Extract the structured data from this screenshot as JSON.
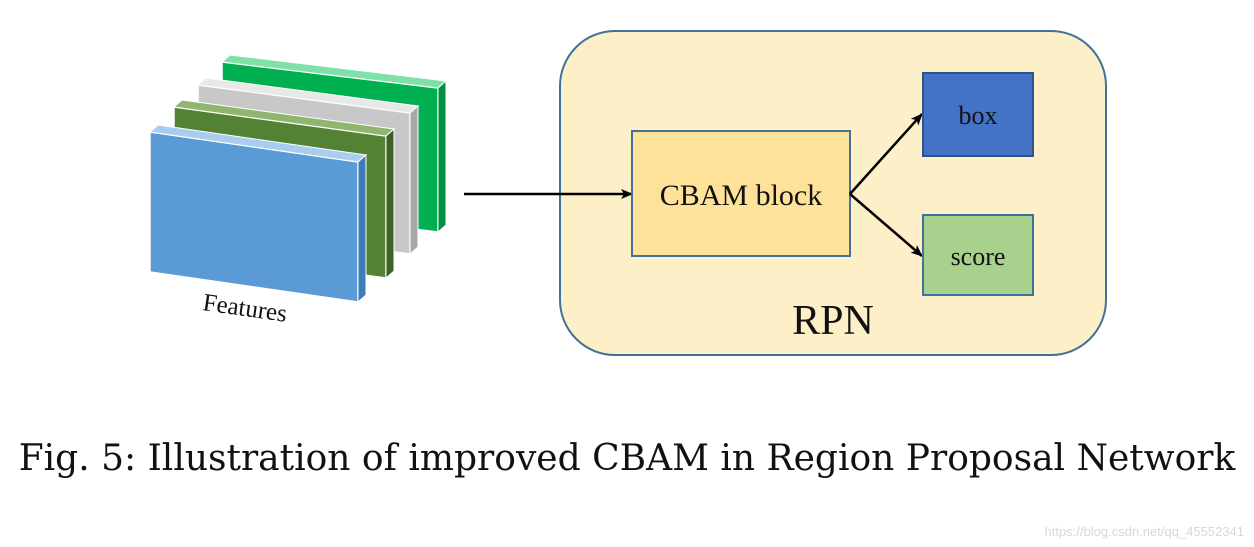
{
  "diagram": {
    "features_label": "Features",
    "rpn_label": "RPN",
    "cbam_label": "CBAM block",
    "box_label": "box",
    "score_label": "score",
    "colors": {
      "rpn_fill": "#fdf0c8",
      "rpn_stroke": "#41719c",
      "cbam_fill": "#ffe29a",
      "box_fill": "#4472c4",
      "score_fill": "#a9d18e",
      "feature_blue": "#5b9bd5",
      "feature_dark_green": "#548235",
      "feature_gray": "#c8c8c8",
      "feature_bright_green": "#00b050"
    }
  },
  "caption": "Fig. 5: Illustration of improved CBAM in Region Proposal Network",
  "watermark": "https://blog.csdn.net/qq_45552341"
}
